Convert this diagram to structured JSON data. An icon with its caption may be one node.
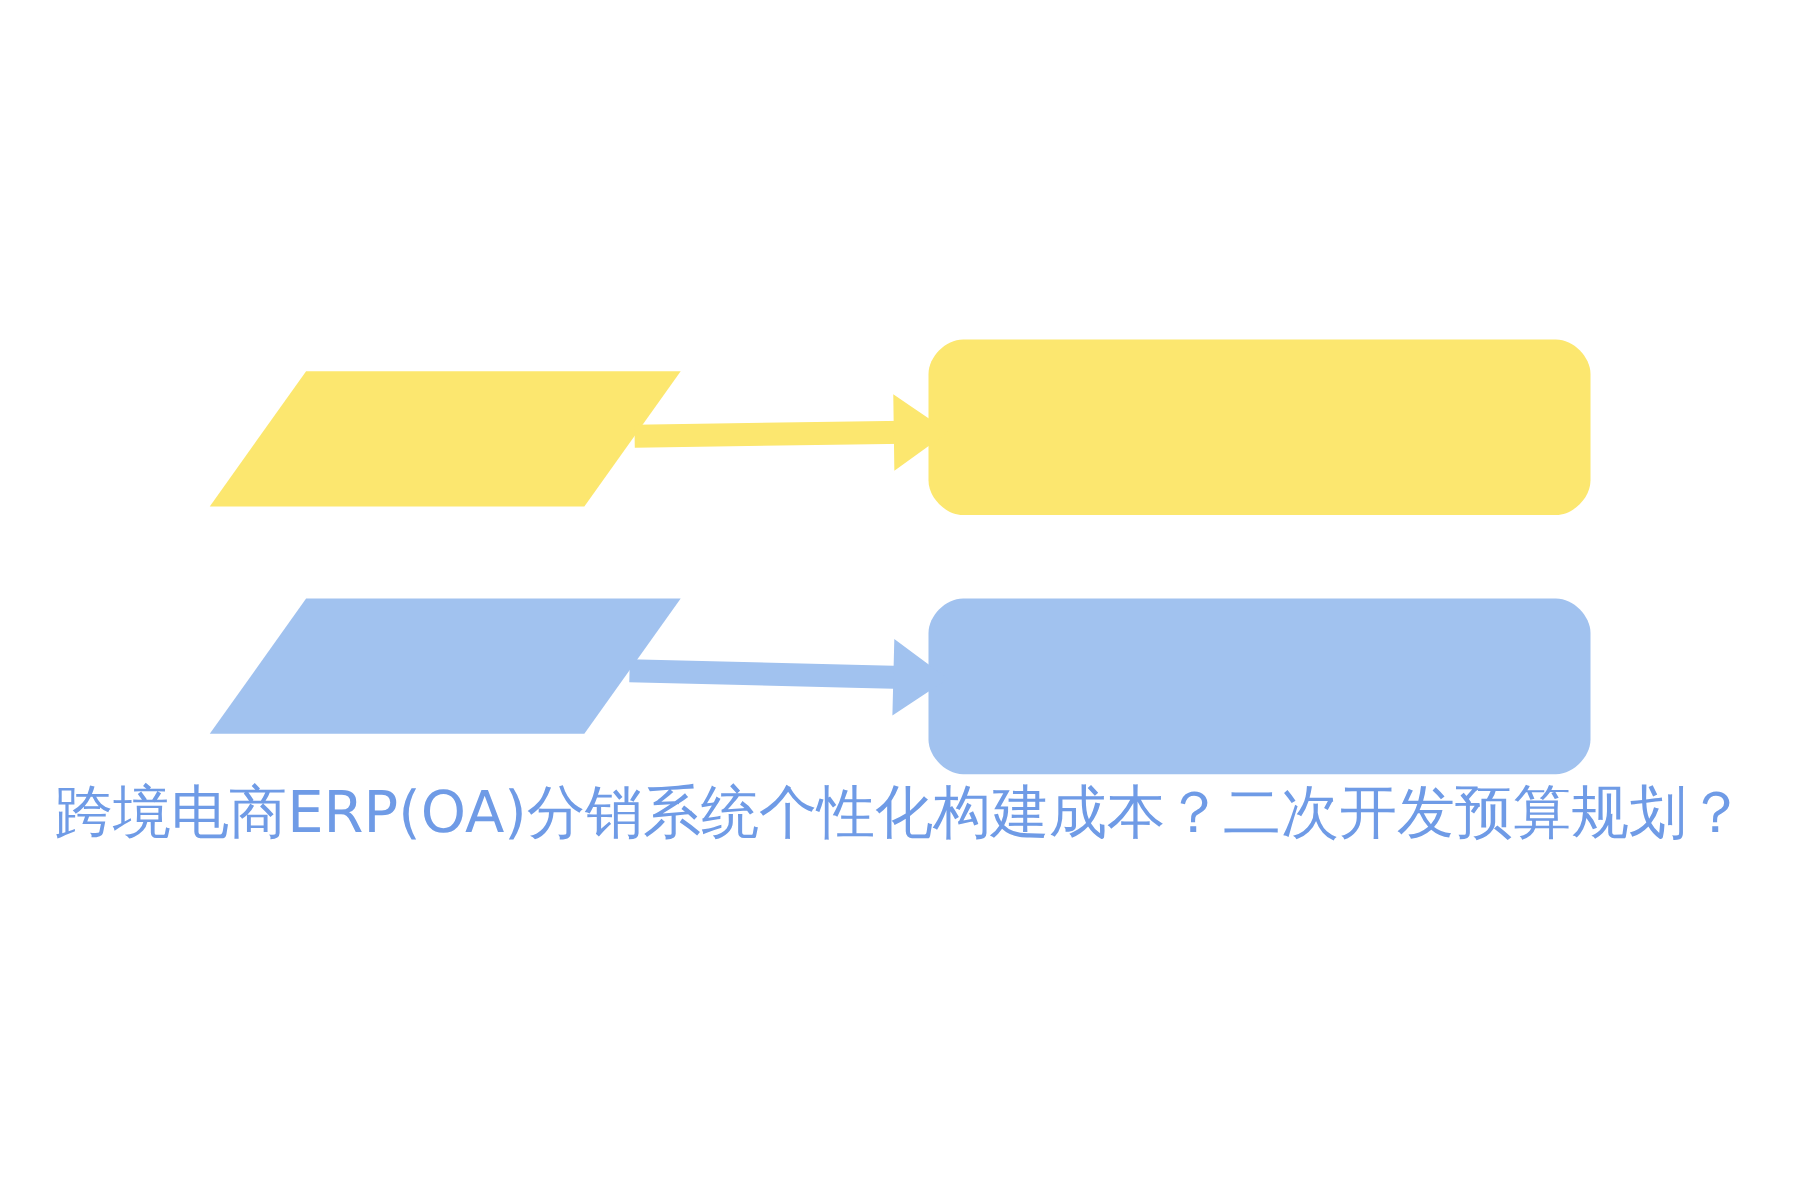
{
  "diagram": {
    "caption": "跨境电商ERP(OA)分销系统个性化构建成本？二次开发预算规划？",
    "nodes": [
      {
        "text": [],
        "shape": "parallelogram"
      },
      {
        "text": [],
        "shape": "box"
      },
      {
        "text": [],
        "shape": "parallelogram"
      },
      {
        "text": [],
        "shape": "box"
      }
    ],
    "edges": [
      {
        "from": 0,
        "to": 1,
        "arrow": "to",
        "color": "#fce76f"
      },
      {
        "from": 2,
        "to": 3,
        "arrow": "to",
        "color": "#a1c2ef"
      }
    ]
  }
}
